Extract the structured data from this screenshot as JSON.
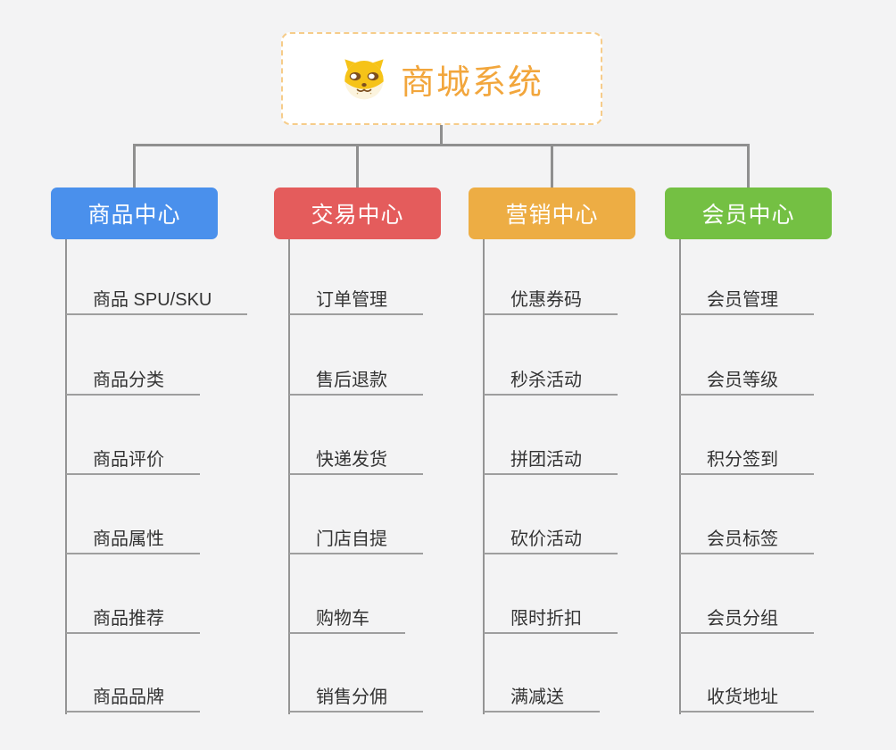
{
  "root": {
    "title": "商城系统",
    "icon": "dog-icon",
    "accent_color": "#f2a63c",
    "border_color": "#f6cc8a"
  },
  "connector_color": "#8f8f8f",
  "branches": [
    {
      "label": "商品中心",
      "color": "#4a90ec",
      "children": [
        "商品 SPU/SKU",
        "商品分类",
        "商品评价",
        "商品属性",
        "商品推荐",
        "商品品牌"
      ]
    },
    {
      "label": "交易中心",
      "color": "#e45c5c",
      "children": [
        "订单管理",
        "售后退款",
        "快递发货",
        "门店自提",
        "购物车",
        "销售分佣"
      ]
    },
    {
      "label": "营销中心",
      "color": "#edad44",
      "children": [
        "优惠券码",
        "秒杀活动",
        "拼团活动",
        "砍价活动",
        "限时折扣",
        "满减送"
      ]
    },
    {
      "label": "会员中心",
      "color": "#74c043",
      "children": [
        "会员管理",
        "会员等级",
        "积分签到",
        "会员标签",
        "会员分组",
        "收货地址"
      ]
    }
  ]
}
